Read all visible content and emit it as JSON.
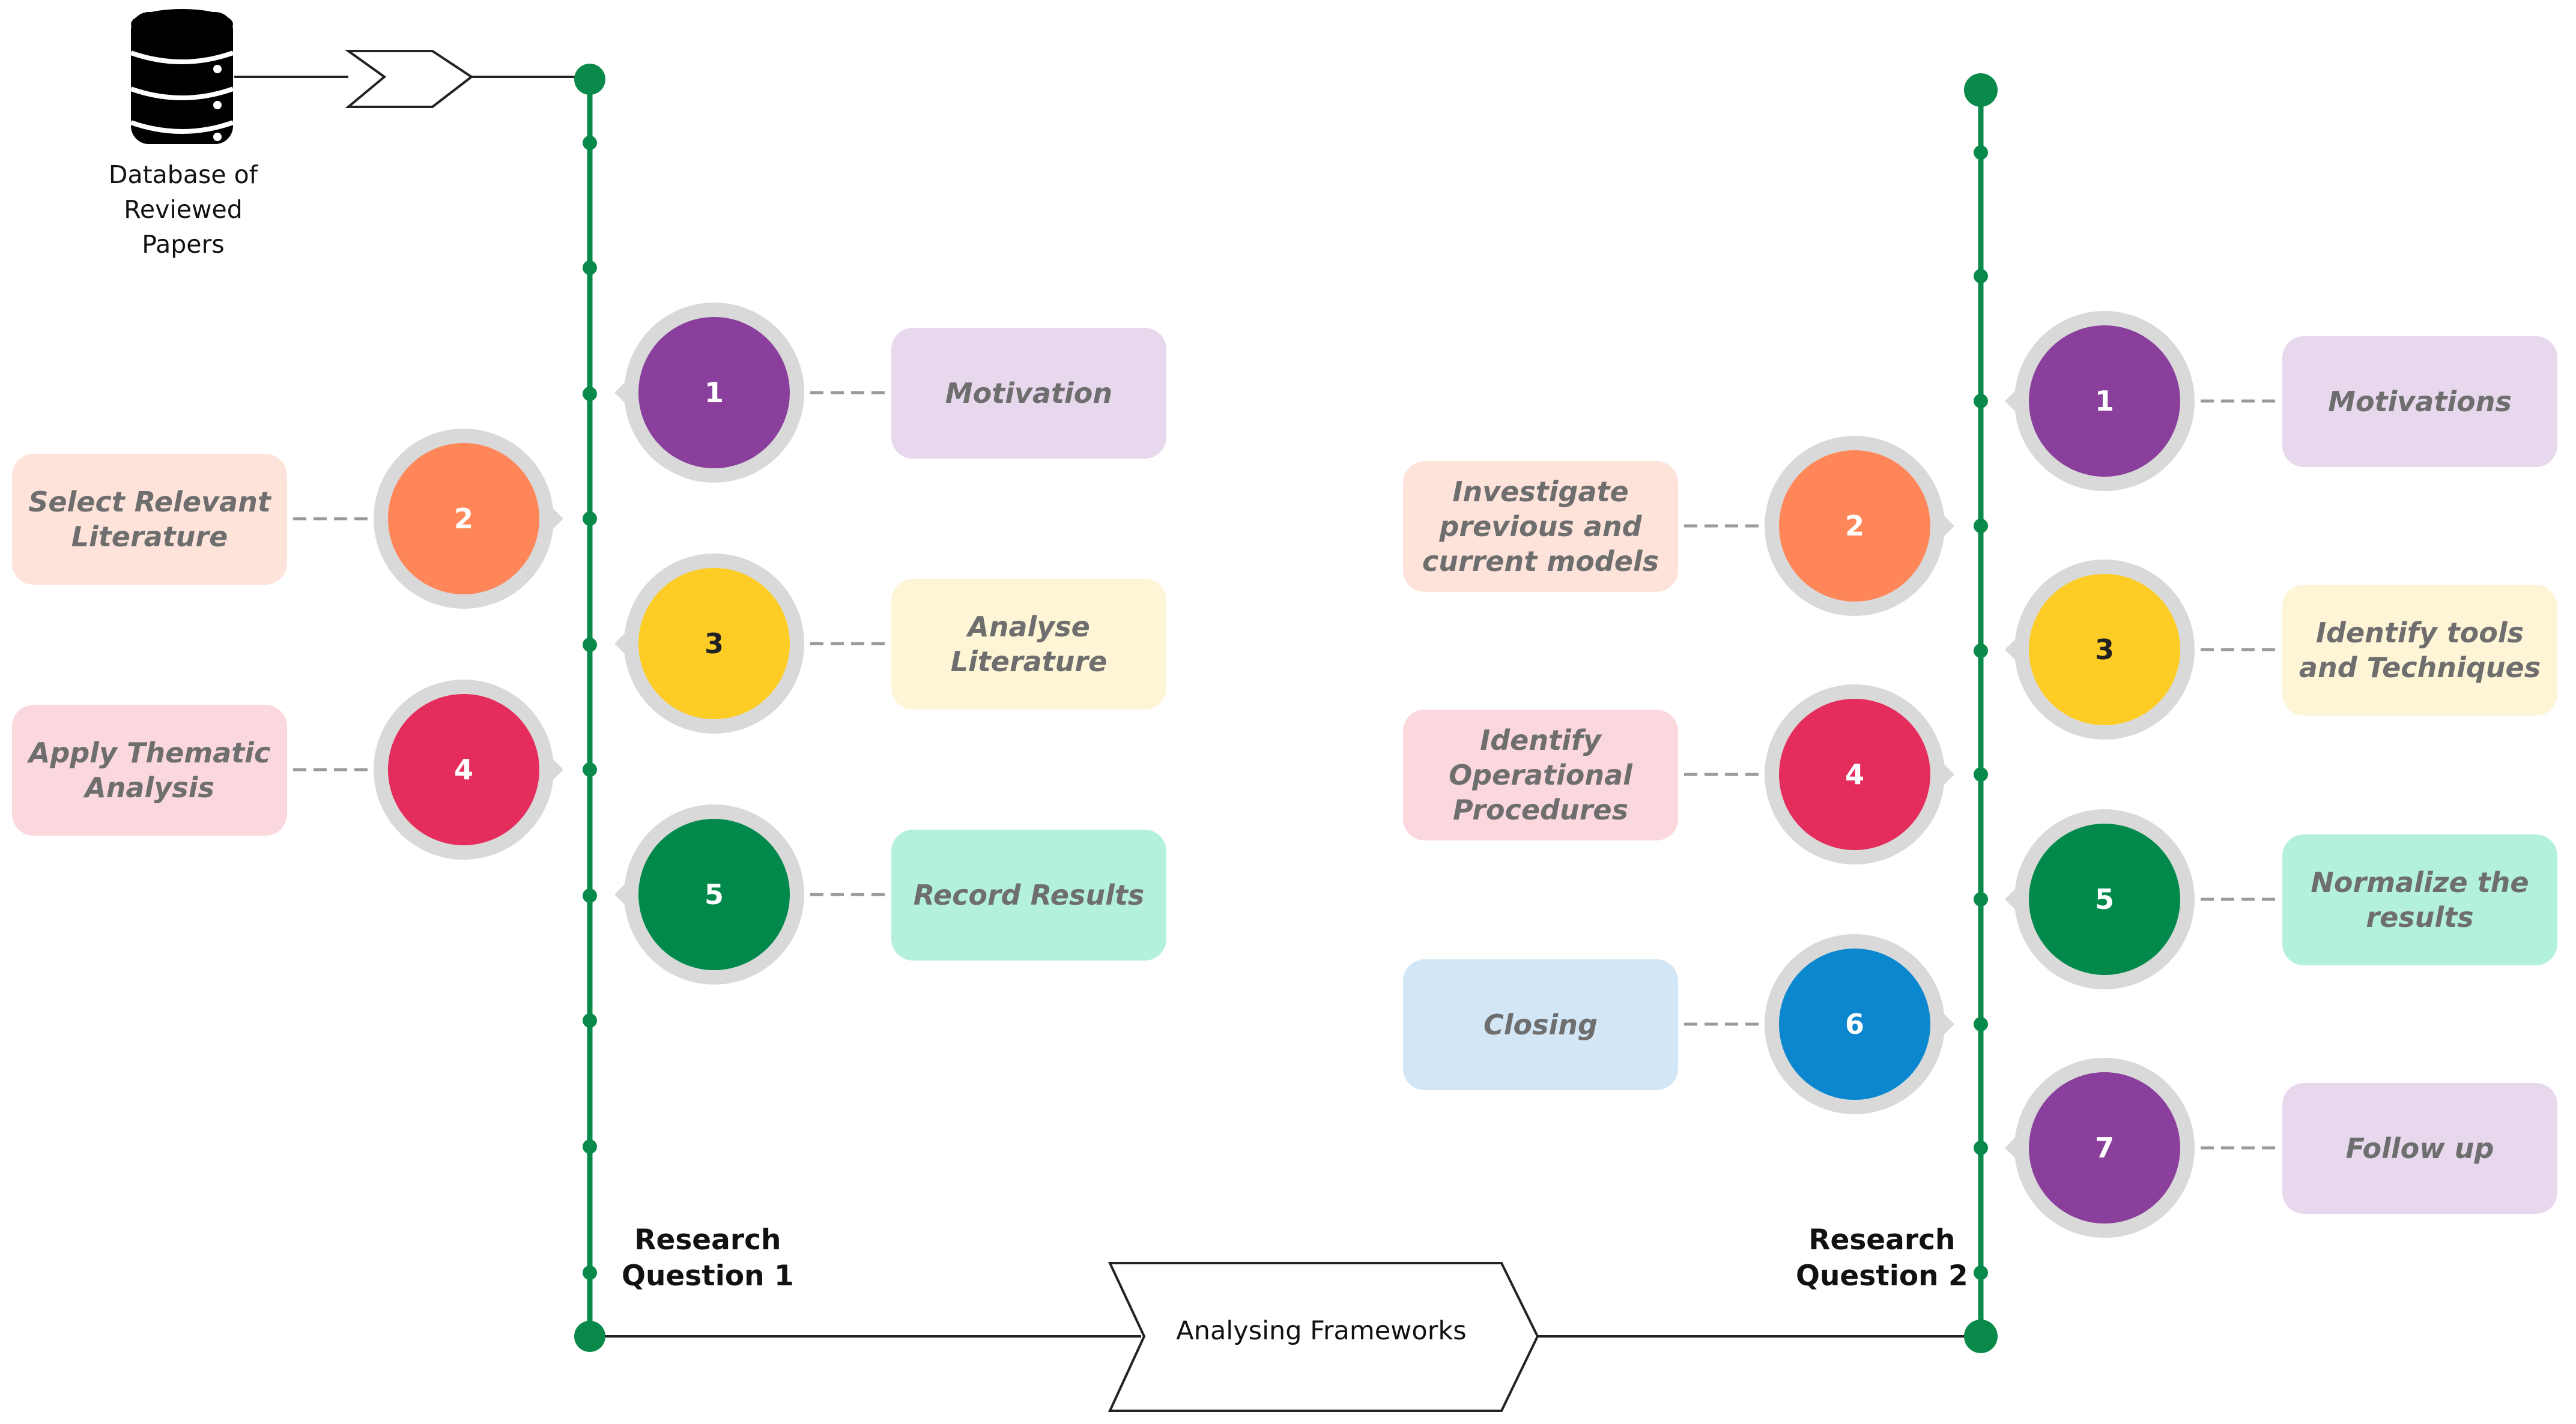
{
  "source": {
    "label": "Database of\nReviewed\nPapers",
    "icon": "database-icon"
  },
  "framework_arrow": {
    "label": "Analysing Frameworks"
  },
  "colors": {
    "timeline": "#0a8a4a",
    "purple": "#8a3f9c",
    "orange": "#ff8659",
    "yellow": "#fdcd26",
    "red": "#e42d5c",
    "green": "#00894a",
    "blue": "#0a87cf",
    "box_purple": "#e8d8ee",
    "box_orange": "#fde3da",
    "box_yellow": "#fef4d6",
    "box_red": "#fbd8de",
    "box_green": "#b3f1db",
    "box_blue": "#d2e6f5"
  },
  "rq1": {
    "title": "Research\nQuestion 1",
    "steps": [
      {
        "num": "1",
        "text": "Motivation",
        "color": "purple"
      },
      {
        "num": "2",
        "text": "Select Relevant Literature",
        "color": "orange"
      },
      {
        "num": "3",
        "text": "Analyse Literature",
        "color": "yellow"
      },
      {
        "num": "4",
        "text": "Apply Thematic Analysis",
        "color": "red"
      },
      {
        "num": "5",
        "text": "Record Results",
        "color": "green"
      }
    ]
  },
  "rq2": {
    "title": "Research\nQuestion 2",
    "steps": [
      {
        "num": "1",
        "text": "Motivations",
        "color": "purple"
      },
      {
        "num": "2",
        "text": "Investigate previous and current models",
        "color": "orange"
      },
      {
        "num": "3",
        "text": "Identify tools and Techniques",
        "color": "yellow"
      },
      {
        "num": "4",
        "text": "Identify Operational Procedures",
        "color": "red"
      },
      {
        "num": "5",
        "text": "Normalize the results",
        "color": "green"
      },
      {
        "num": "6",
        "text": "Closing",
        "color": "blue"
      },
      {
        "num": "7",
        "text": "Follow up",
        "color": "purple"
      }
    ]
  }
}
